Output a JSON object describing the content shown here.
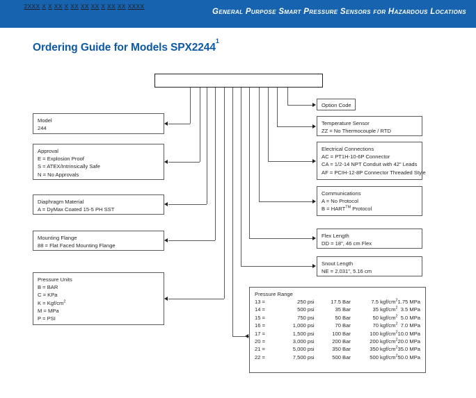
{
  "header": {
    "banner_text": "General Purpose  Smart Pressure Sensors for Hazardous Locations",
    "banner_color": "#1763b0"
  },
  "title": {
    "text": "Ordering Guide for Models SPX2244",
    "footnote_marker": "1",
    "color": "#0d59a6"
  },
  "code_box": {
    "segments": [
      "2XXX",
      "X",
      "X",
      "XX",
      "X",
      "XX",
      "XX",
      "XX",
      "X",
      "XX",
      "XX",
      "XXXX"
    ]
  },
  "left_boxes": [
    {
      "name": "model",
      "title": "Model",
      "rows": [
        "244"
      ]
    },
    {
      "name": "approval",
      "title": "Approval",
      "rows": [
        "E = Explosion Proof",
        "S = ATEX/Intrinsically Safe",
        "N = No Approvals"
      ]
    },
    {
      "name": "diaphragm-material",
      "title": "Diaphragm Material",
      "rows": [
        "A = DyMax Coated 15-5 PH SST"
      ]
    },
    {
      "name": "mounting-flange",
      "title": "Mounting Flange",
      "rows": [
        "88 = Flat Faced Mounting Flange"
      ]
    },
    {
      "name": "pressure-units",
      "title": "Pressure Units",
      "rows": [
        "B =  BAR",
        "C = KPa",
        "K = Kgf/cm2",
        "M = MPa",
        "P = PSI"
      ]
    }
  ],
  "right_boxes": [
    {
      "name": "option-code",
      "title": "Option Code",
      "rows": []
    },
    {
      "name": "temperature-sensor",
      "title": "Temperature Sensor",
      "rows": [
        "ZZ = No Thermocouple / RTD"
      ]
    },
    {
      "name": "electrical-connections",
      "title": "Electrical Connections",
      "rows": [
        "AC = PT1H-10-6P Connector",
        "CA = 1/2-14 NPT Conduit with 42\" Leads",
        "AF = PCIH-12-8P Connector Threaded Style"
      ]
    },
    {
      "name": "communications",
      "title": "Communications",
      "rows": [
        "A = No Protocol",
        "B = HART™ Protocol"
      ]
    },
    {
      "name": "flex-length",
      "title": "Flex  Length",
      "rows": [
        "DD = 18\", 46 cm Flex"
      ]
    },
    {
      "name": "snout-length",
      "title": "Snout Length",
      "rows": [
        "NE =  2.031\", 5.16 cm"
      ]
    }
  ],
  "pressure_range": {
    "title": "Pressure Range",
    "rows": [
      {
        "code": "13 =",
        "psi": "250 psi",
        "bar": "17.5 Bar",
        "kgf": "7.5 kgf/cm2",
        "mpa": "1.75 MPa"
      },
      {
        "code": "14 =",
        "psi": "500 psi",
        "bar": "35 Bar",
        "kgf": "35 kgf/cm2",
        "mpa": "3.5 MPa"
      },
      {
        "code": "15 =",
        "psi": "750 psi",
        "bar": "50 Bar",
        "kgf": "50 kgf/cm2",
        "mpa": "5.0 MPa"
      },
      {
        "code": "16 =",
        "psi": "1,000 psi",
        "bar": "70 Bar",
        "kgf": "70 kgf/cm2",
        "mpa": "7.0 MPa"
      },
      {
        "code": "17 =",
        "psi": "1,500 psi",
        "bar": "100 Bar",
        "kgf": "100 kgf/cm2",
        "mpa": "10.0 MPa"
      },
      {
        "code": "20 =",
        "psi": "3,000 psi",
        "bar": "200 Bar",
        "kgf": "200 kgf/cm2",
        "mpa": "20.0 MPa"
      },
      {
        "code": "21 =",
        "psi": "5,000 psi",
        "bar": "350 Bar",
        "kgf": "350 kgf/cm2",
        "mpa": "35.0 MPa"
      },
      {
        "code": "22 =",
        "psi": "7,500 psi",
        "bar": "500 Bar",
        "kgf": "500 kgf/cm2",
        "mpa": "50.0 MPa"
      }
    ]
  }
}
